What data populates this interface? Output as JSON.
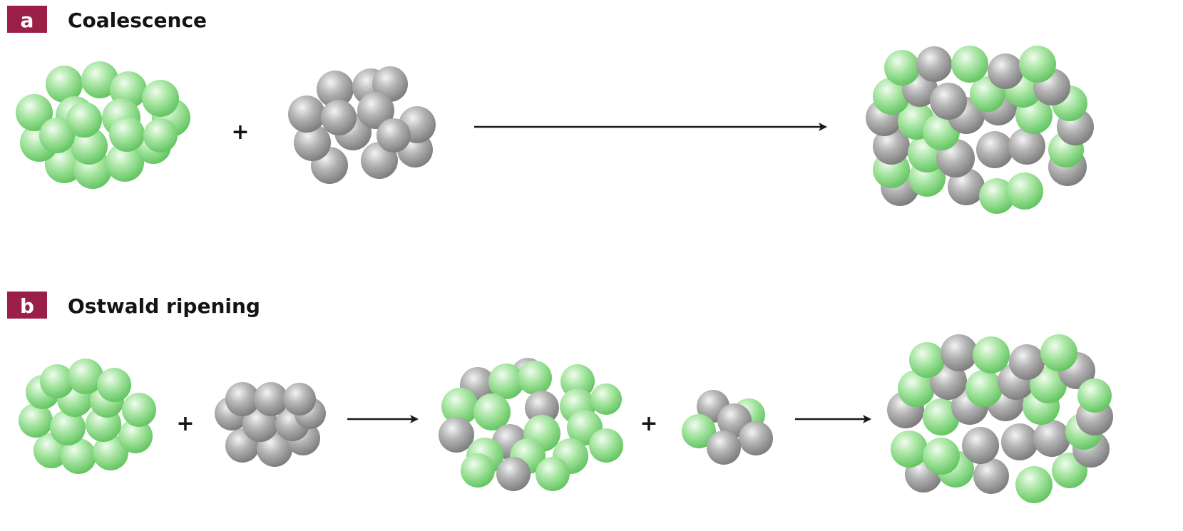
{
  "colors": {
    "badge": "#9c1f48",
    "green_atom": "#8fdc8c",
    "grey_atom": "#a4a4a4",
    "arrow": "#1a1a1a"
  },
  "panels": [
    {
      "letter": "a",
      "title": "Coalescence",
      "plus_signs": [
        "+"
      ],
      "steps": [
        {
          "type": "cluster",
          "composition": "green"
        },
        {
          "type": "plus"
        },
        {
          "type": "cluster",
          "composition": "grey"
        },
        {
          "type": "arrow"
        },
        {
          "type": "cluster",
          "composition": "mixed"
        }
      ]
    },
    {
      "letter": "b",
      "title": "Ostwald ripening",
      "plus_signs": [
        "+",
        "+"
      ],
      "steps": [
        {
          "type": "cluster",
          "composition": "green"
        },
        {
          "type": "plus"
        },
        {
          "type": "cluster",
          "composition": "grey"
        },
        {
          "type": "arrow"
        },
        {
          "type": "cluster",
          "composition": "mixed"
        },
        {
          "type": "plus"
        },
        {
          "type": "cluster",
          "composition": "small-mixed"
        },
        {
          "type": "arrow"
        },
        {
          "type": "cluster",
          "composition": "mixed"
        }
      ]
    }
  ]
}
